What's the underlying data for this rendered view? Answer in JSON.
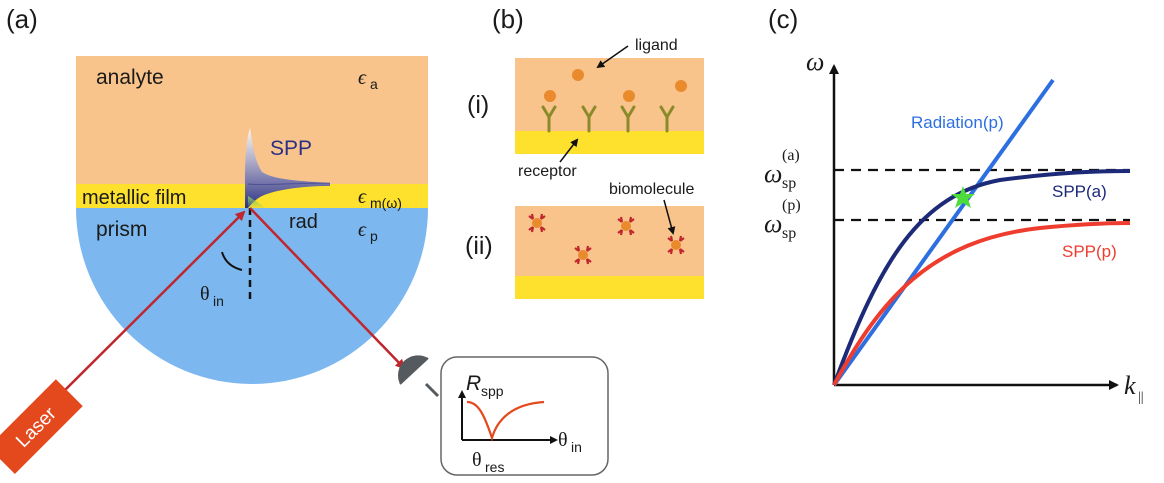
{
  "panel_a": {
    "label": "(a)",
    "analyte": "analyte",
    "eps_a": "ϵ",
    "eps_a_sub": "a",
    "spp": "SPP",
    "metallic_film": "metallic film",
    "eps_m": "ϵ",
    "eps_m_sub": "m(ω)",
    "prism": "prism",
    "rad": "rad",
    "eps_p": "ϵ",
    "eps_p_sub": "p",
    "theta": "θ",
    "theta_sub": "in",
    "laser": "Laser",
    "inset_r": "R",
    "inset_r_sub": "spp",
    "inset_xaxis": "θ",
    "inset_xaxis_sub": "in",
    "inset_res": "θ",
    "inset_res_sub": "res",
    "colors": {
      "analyte": "#f9c48b",
      "film": "#fde12c",
      "prism": "#7cb8ef",
      "beam": "#c0262d",
      "laser": "#e4491e",
      "spp": "#2a2f86"
    }
  },
  "panel_b": {
    "label": "(b)",
    "ligand": "ligand",
    "receptor": "receptor",
    "biomolecule": "biomolecule",
    "row_i": "(i)",
    "row_ii": "(ii)"
  },
  "panel_c": {
    "label": "(c)",
    "y_axis": "ω",
    "x_axis": "k",
    "x_axis_sub": "||",
    "omega_a_main": "ω",
    "omega_a_sub": "sp",
    "omega_a_sup": "(a)",
    "omega_p_main": "ω",
    "omega_p_sub": "sp",
    "omega_p_sup": "(p)",
    "radiation": "Radiation(p)",
    "spp_a": "SPP(a)",
    "spp_p": "SPP(p)",
    "colors": {
      "radiation": "#2d6fe0",
      "spp_a": "#1c2a78",
      "spp_p": "#ee3d2e",
      "crossing": "#4ddc3a"
    }
  }
}
